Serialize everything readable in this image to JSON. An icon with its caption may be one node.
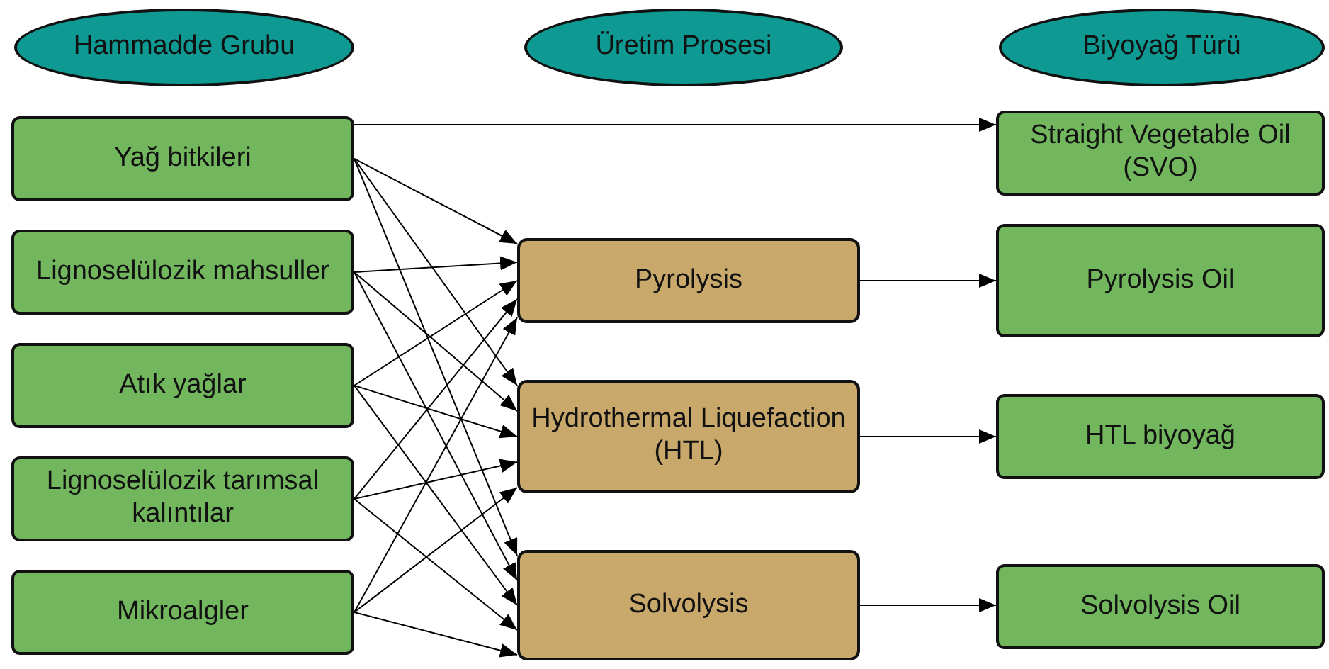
{
  "diagram": {
    "nodes": [
      {
        "text": [
          "Hammadde Grubu"
        ]
      },
      {
        "text": [
          "Üretim Prosesi"
        ]
      },
      {
        "text": [
          "Biyoyağ Türü"
        ]
      },
      {
        "text": [
          "Yağ bitkileri"
        ]
      },
      {
        "text": [
          "Lignoselülozik mahsuller"
        ]
      },
      {
        "text": [
          "Atık yağlar"
        ]
      },
      {
        "text": [
          "Lignoselülozik tarımsal kalıntılar"
        ]
      },
      {
        "text": [
          "Mikroalgler"
        ]
      },
      {
        "text": [
          "Pyrolysis"
        ]
      },
      {
        "text": [
          "Hydrothermal Liquefaction (HTL)"
        ]
      },
      {
        "text": [
          "Solvolysis"
        ]
      },
      {
        "text": [
          "Straight Vegetable Oil (SVO)"
        ]
      },
      {
        "text": [
          "Pyrolysis Oil"
        ]
      },
      {
        "text": [
          "HTL biyoyağ"
        ]
      },
      {
        "text": [
          "Solvolysis Oil"
        ]
      }
    ],
    "edges": [
      {
        "from": 3,
        "to": 11,
        "arrow": "to"
      },
      {
        "from": 3,
        "to": 8,
        "arrow": "to"
      },
      {
        "from": 3,
        "to": 9,
        "arrow": "to"
      },
      {
        "from": 3,
        "to": 10,
        "arrow": "to"
      },
      {
        "from": 4,
        "to": 8,
        "arrow": "to"
      },
      {
        "from": 4,
        "to": 9,
        "arrow": "to"
      },
      {
        "from": 4,
        "to": 10,
        "arrow": "to"
      },
      {
        "from": 5,
        "to": 8,
        "arrow": "to"
      },
      {
        "from": 5,
        "to": 9,
        "arrow": "to"
      },
      {
        "from": 5,
        "to": 10,
        "arrow": "to"
      },
      {
        "from": 6,
        "to": 8,
        "arrow": "to"
      },
      {
        "from": 6,
        "to": 9,
        "arrow": "to"
      },
      {
        "from": 6,
        "to": 10,
        "arrow": "to"
      },
      {
        "from": 7,
        "to": 8,
        "arrow": "to"
      },
      {
        "from": 7,
        "to": 9,
        "arrow": "to"
      },
      {
        "from": 7,
        "to": 10,
        "arrow": "to"
      },
      {
        "from": 8,
        "to": 12,
        "arrow": "to"
      },
      {
        "from": 9,
        "to": 13,
        "arrow": "to"
      },
      {
        "from": 10,
        "to": 14,
        "arrow": "to"
      }
    ]
  }
}
